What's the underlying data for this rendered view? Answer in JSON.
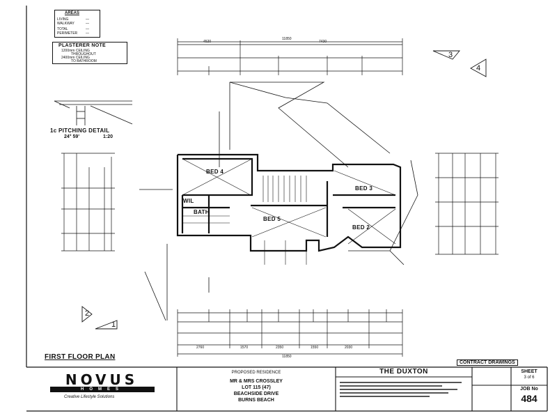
{
  "areas": {
    "title": "AREAS",
    "rows": [
      {
        "label": "LIVING",
        "value": "—"
      },
      {
        "label": "WALKWAY",
        "value": "—"
      },
      {
        "label": "TOTAL",
        "value": "—"
      },
      {
        "label": "PERIMETER",
        "value": "—"
      }
    ]
  },
  "plasterer_note": {
    "title": "PLASTERER NOTE",
    "lines": [
      "1200mm CEILING",
      "THROUGHOUT",
      "2400mm CEILING",
      "TO BATHROOM"
    ]
  },
  "pitching_detail": {
    "title": "1c PITCHING DETAIL",
    "scale_left": "24° 59'",
    "scale_right": "1:20"
  },
  "rooms": {
    "bed4": "BED 4",
    "bed3": "BED 3",
    "bed5": "BED 5",
    "bed2": "BED 2",
    "wil": "WIL",
    "bath": "BATH"
  },
  "markers": {
    "m1": "1",
    "m2": "2",
    "m3": "3",
    "m4": "4"
  },
  "dimensions": {
    "top_overall": "11850",
    "top_left": "4520",
    "top_right": "7430",
    "bottom_overall": "11850",
    "bottom_seg1": "2760",
    "bottom_seg2": "1570",
    "bottom_seg3": "2350",
    "bottom_seg4": "1550",
    "bottom_seg5": "2030"
  },
  "plan_title": "FIRST FLOOR PLAN",
  "contract_drawing": "CONTRACT DRAWINGS",
  "title_block": {
    "brand": "NOVUS",
    "brand_sub": "HOMES",
    "tagline": "Creative Lifestyle Solutions",
    "proposed": "PROPOSED RESIDENCE",
    "client": "MR & MRS CROSSLEY",
    "lot": "LOT 115 (47)",
    "street": "BEACHSIDE DRIVE",
    "suburb": "BURNS BEACH",
    "design": "THE DUXTON",
    "sheet_label": "SHEET",
    "sheet_value": "3 of 6",
    "job_label": "JOB No",
    "job_value": "484"
  }
}
